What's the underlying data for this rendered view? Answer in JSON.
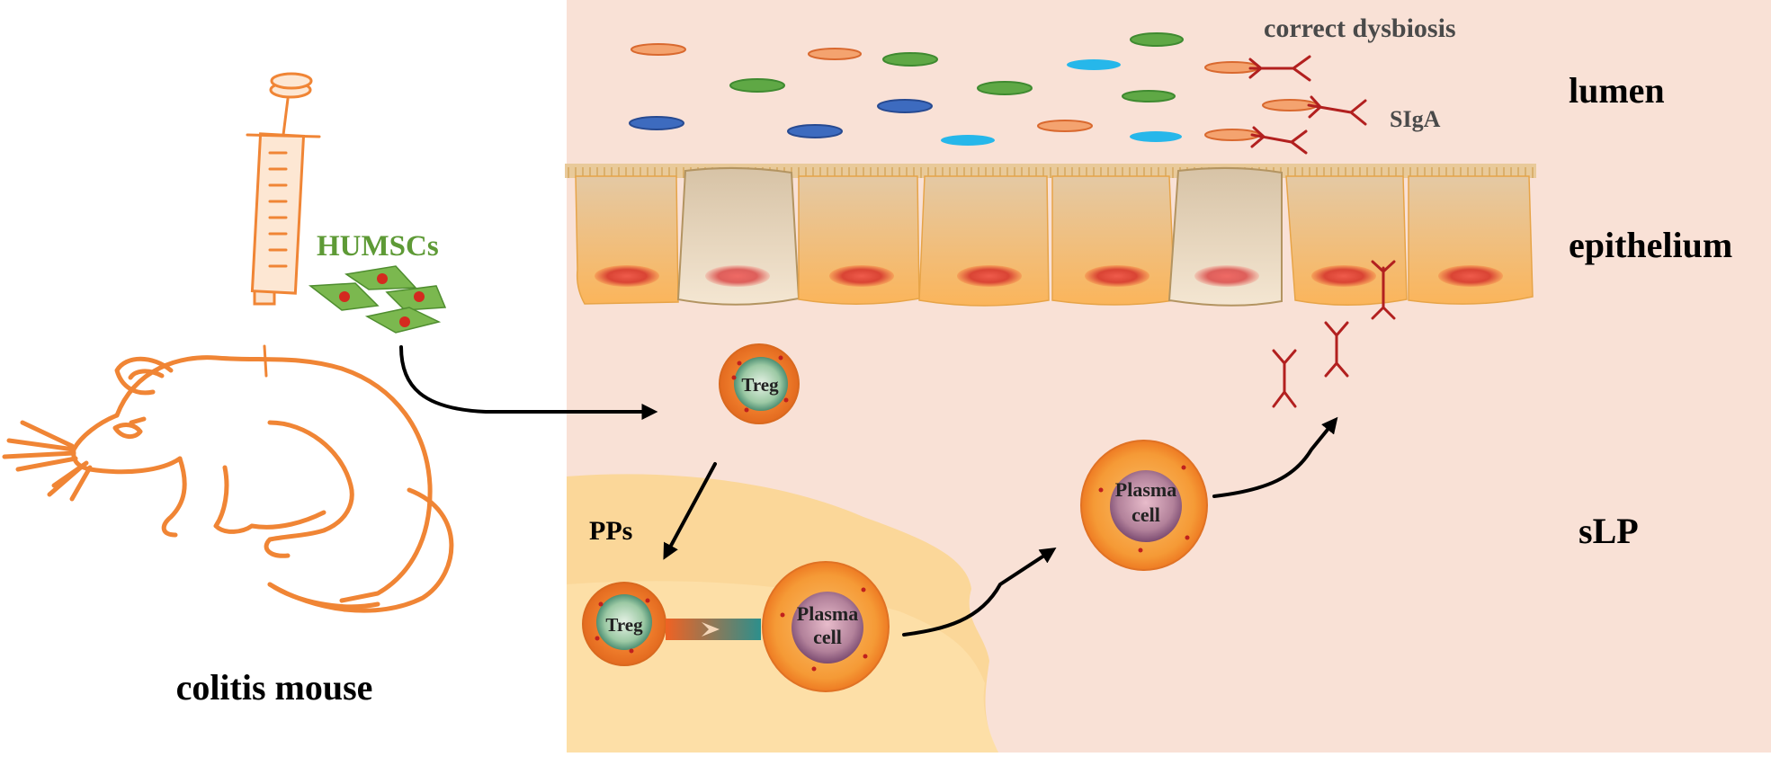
{
  "labels": {
    "correct_dysbiosis": "correct dysbiosis",
    "siga": "SIgA",
    "lumen": "lumen",
    "epithelium": "epithelium",
    "slp": "sLP",
    "humscs": "HUMSCs",
    "pps": "PPs",
    "colitis_mouse": "colitis mouse",
    "treg_top": "Treg",
    "treg_pp": "Treg",
    "plasma_pp_line1": "Plasma",
    "plasma_pp_line2": "cell",
    "plasma_lp_line1": "Plasma",
    "plasma_lp_line2": "cell"
  },
  "colors": {
    "background_tissue": "#f9e1d6",
    "peyers_patch": "#fbd58e",
    "mouse_outline": "#f08535",
    "humsc_green": "#7bb84f",
    "antibody_red": "#b2201f",
    "label_green": "#5e9a36",
    "bacteria_orange": "#f4a36f",
    "bacteria_green": "#5fa845",
    "bacteria_blue": "#3d6bbf",
    "bacteria_cyan": "#26b7ea"
  },
  "icons": [
    "syringe-icon",
    "mouse-icon",
    "humsc-cell-icon",
    "treg-cell-icon",
    "plasma-cell-icon",
    "siga-antibody-icon",
    "bacteria-icon",
    "epithelial-cell-icon"
  ]
}
